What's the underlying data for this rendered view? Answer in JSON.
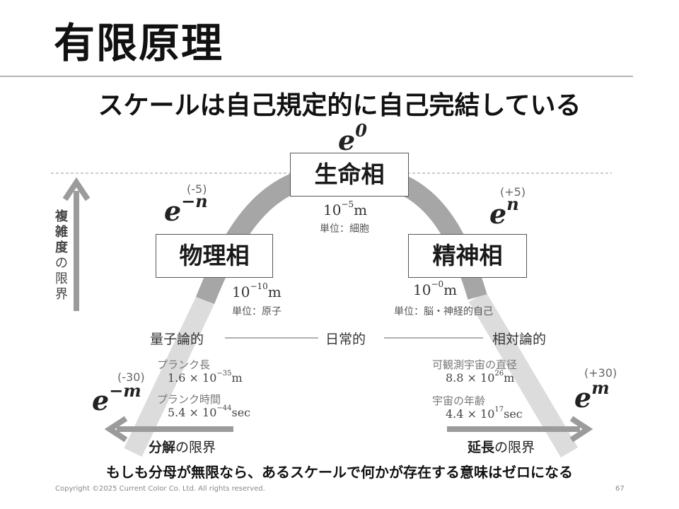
{
  "title": "有限原理",
  "subtitle": "スケールは自己規定的に自己完結している",
  "vertical_label": {
    "bold_chars": [
      "複",
      "雑",
      "度"
    ],
    "rest_chars": [
      "の",
      "限",
      "界"
    ]
  },
  "center": {
    "base": "e",
    "exp": "0",
    "box": "生命相",
    "num_base": "10",
    "num_exp": "−5",
    "num_unit": "m",
    "unit_label": "単位：細胞"
  },
  "left": {
    "paren": "(-5)",
    "base": "e",
    "exp": "−n",
    "box": "物理相",
    "num_base": "10",
    "num_exp": "−10",
    "num_unit": "m",
    "unit_label": "単位：原子"
  },
  "right": {
    "paren": "(+5)",
    "base": "e",
    "exp": "n",
    "box": "精神相",
    "num_base": "10",
    "num_exp": "−0",
    "num_unit": "m",
    "unit_label": "単位：脳・神経的自己"
  },
  "scale_words": {
    "left": "量子論的",
    "middle": "日常的",
    "right": "相対論的"
  },
  "far_left": {
    "paren": "(-30)",
    "base": "e",
    "exp": "−m",
    "items": [
      {
        "label": "プランク長",
        "mantissa": "1.6 × 10",
        "exp": "−35",
        "unit": "m"
      },
      {
        "label": "プランク時間",
        "mantissa": "5.4 × 10",
        "exp": "−44",
        "unit": "sec"
      }
    ],
    "arrow_bold": "分解",
    "arrow_rest": "の限界"
  },
  "far_right": {
    "paren": "(+30)",
    "base": "e",
    "exp": "m",
    "items": [
      {
        "label": "可観測宇宙の直径",
        "mantissa": "8.8 × 10",
        "exp": "26",
        "unit": "m"
      },
      {
        "label": "宇宙の年齢",
        "mantissa": "4.4 × 10",
        "exp": "17",
        "unit": "sec"
      }
    ],
    "arrow_bold": "延長",
    "arrow_rest": "の限界"
  },
  "bottom_text": "もしも分母が無限なら、あるスケールで何かが存在する意味はゼロになる",
  "copyright": "Copyright ©2025 Current Color Co. Ltd. All rights reserved.",
  "page_number": "67",
  "colors": {
    "arc_dark": "#a6a6a6",
    "arc_light": "#dcdcdc",
    "arrow": "#9b9b9b",
    "box_border": "#555555"
  }
}
